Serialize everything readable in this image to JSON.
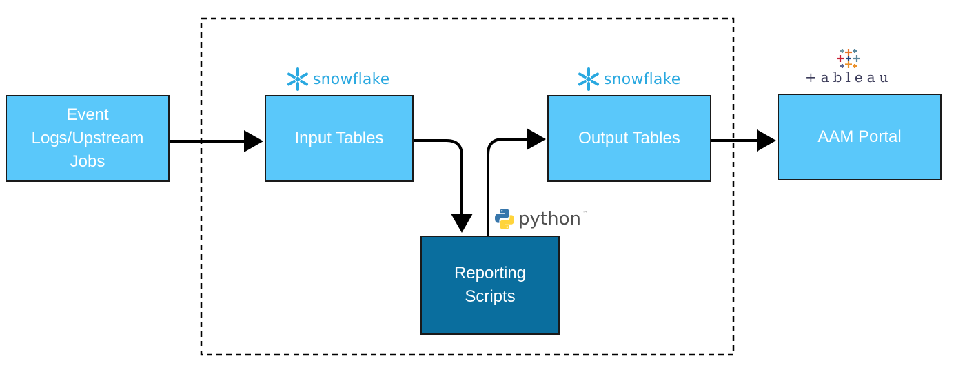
{
  "nodes": {
    "event_logs": "Event\nLogs/Upstream\nJobs",
    "input_tables": "Input Tables",
    "reporting_scripts": "Reporting\nScripts",
    "output_tables": "Output Tables",
    "aam_portal": "AAM Portal"
  },
  "logos": {
    "snowflake_input": "snowflake",
    "snowflake_output": "snowflake",
    "python": "python",
    "python_tm": "™",
    "tableau": "+ableau"
  },
  "colors": {
    "node_light": "#5ac8fa",
    "node_dark": "#0a6e9e",
    "snowflake_blue": "#29a8e0",
    "python_blue": "#3776ab",
    "python_yellow": "#ffd43b"
  }
}
